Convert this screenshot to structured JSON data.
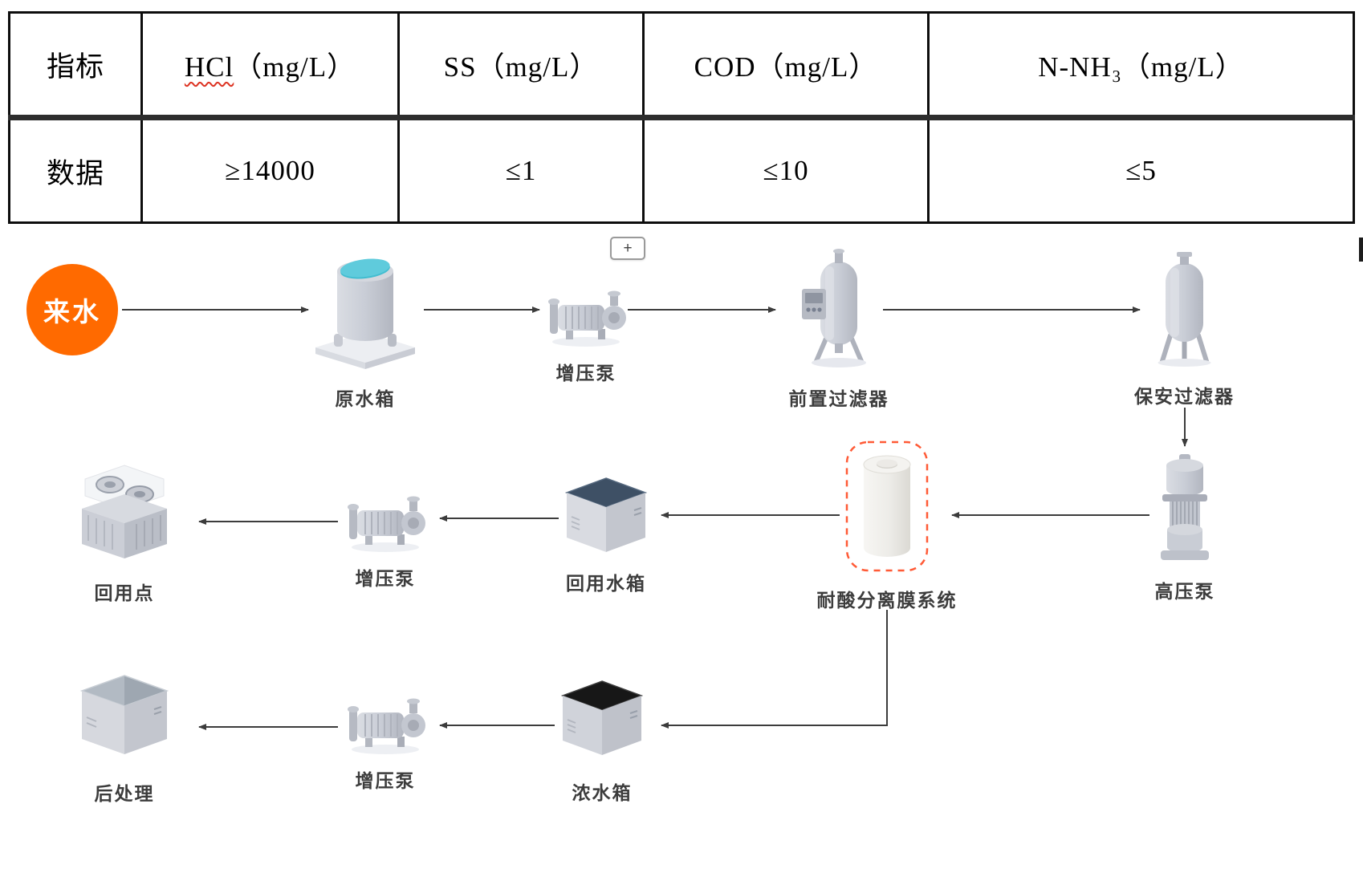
{
  "table": {
    "header": {
      "indicator": "指标",
      "hcl_word": "HCl",
      "hcl_unit": "（mg/L）",
      "ss": "SS（mg/L）",
      "cod": "COD（mg/L）",
      "nnh3": "N-NH₃（mg/L）"
    },
    "data": {
      "label": "数据",
      "hcl": "≥14000",
      "ss": "≤1",
      "cod": "≤10",
      "nnh3": "≤5"
    }
  },
  "diagram": {
    "zoom_button": "+",
    "nodes": {
      "source": "来水",
      "raw_tank": "原水箱",
      "booster_pump_1": "增压泵",
      "pre_filter": "前置过滤器",
      "security_filter": "保安过滤器",
      "high_pressure_pump": "高压泵",
      "membrane_system": "耐酸分离膜系统",
      "reuse_tank": "回用水箱",
      "booster_pump_2": "增压泵",
      "reuse_point": "回用点",
      "concentrate_tank": "浓水箱",
      "booster_pump_3": "增压泵",
      "post_treatment": "后处理"
    },
    "colors": {
      "source_orange": "#FF6A00",
      "tank_lid_teal": "#41BDD0",
      "membrane_dashed_red": "#FF5A36",
      "reuse_tank_top": "#3E5065",
      "concentrate_tank_top": "#171717",
      "arrow": "#3C3C3C"
    }
  }
}
